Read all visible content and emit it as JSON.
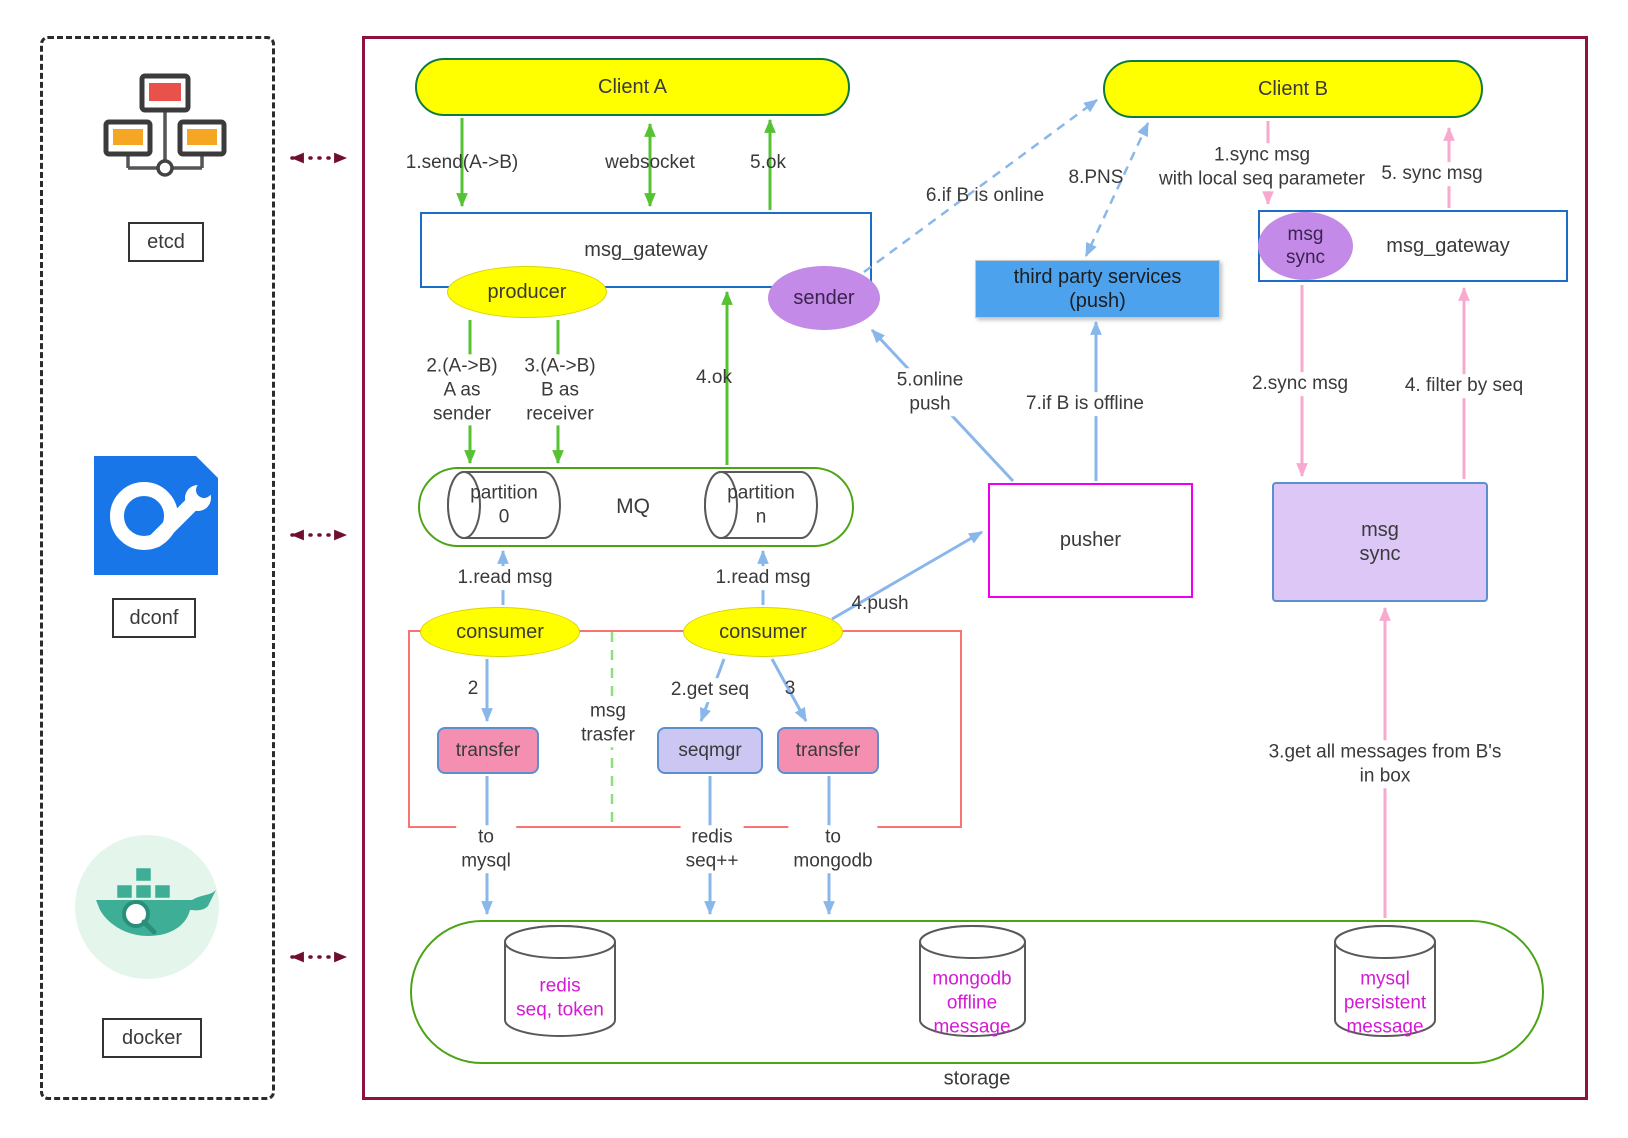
{
  "colors": {
    "frame_maroon": "#8e1140",
    "node_yellow": "#ffff00",
    "gateway_blue_border": "#1a6fc4",
    "third_party_blue": "#4da2ee",
    "purple_ellipse": "#c48ae8",
    "msg_sync_purple": "#dcc7f7",
    "pink_node": "#f48fb1",
    "seqmgr_lavender": "#ccc6f2",
    "green_border": "#4ca414",
    "green_arrow": "#54c232",
    "blue_arrow": "#8ab7ea",
    "pink_arrow": "#f8a9d0",
    "red_group_border": "#f97373",
    "pusher_magenta_border": "#ee00ee",
    "db_text_magenta": "#d41ad4"
  },
  "sidebar": {
    "etcd_label": "etcd",
    "dconf_label": "dconf",
    "docker_label": "docker"
  },
  "nodes": {
    "client_a": "Client A",
    "client_b": "Client B",
    "gateway_left_title": "msg_gateway",
    "gateway_right_title": "msg_gateway",
    "producer": "producer",
    "sender": "sender",
    "msg_sync_badge": "msg\nsync",
    "third_party": "third party services\n(push)",
    "mq_title": "MQ",
    "partition_0": "partition\n0",
    "partition_n": "partition\nn",
    "pusher": "pusher",
    "msg_sync_box": "msg\nsync",
    "consumer_left": "consumer",
    "consumer_right": "consumer",
    "msg_transfer_group": "msg\ntrasfer",
    "transfer_left": "transfer",
    "seqmgr": "seqmgr",
    "transfer_right": "transfer",
    "storage_title": "storage",
    "db_redis": "redis\nseq, token",
    "db_mongodb": "mongodb\noffline\nmessage",
    "db_mysql": "mysql\npersistent\nmessage"
  },
  "edges": {
    "send_ab": "1.send(A->B)",
    "websocket": "websocket",
    "ok_5": "5.ok",
    "a_as_sender": "2.(A->B)\nA as\nsender",
    "b_as_receiver": "3.(A->B)\nB as\nreceiver",
    "ok_4": "4.ok",
    "read_msg_left": "1.read msg",
    "read_msg_right": "1.read msg",
    "push_4": "4.push",
    "step_2": "2",
    "get_seq": "2.get seq",
    "step_3": "3",
    "to_mysql": "to\nmysql",
    "redis_seq_inc": "redis\nseq++",
    "to_mongodb": "to\nmongodb",
    "online_push": "5.online\npush",
    "if_b_offline": "7.if B is offline",
    "if_b_online": "6.if B is online",
    "pns": "8.PNS",
    "sync_msg_local": "1.sync msg\nwith local seq parameter",
    "sync_msg_5": "5. sync msg",
    "sync_msg_2": "2.sync msg",
    "filter_by_seq": "4. filter by seq",
    "get_all_messages": "3.get all messages from B's in box"
  }
}
